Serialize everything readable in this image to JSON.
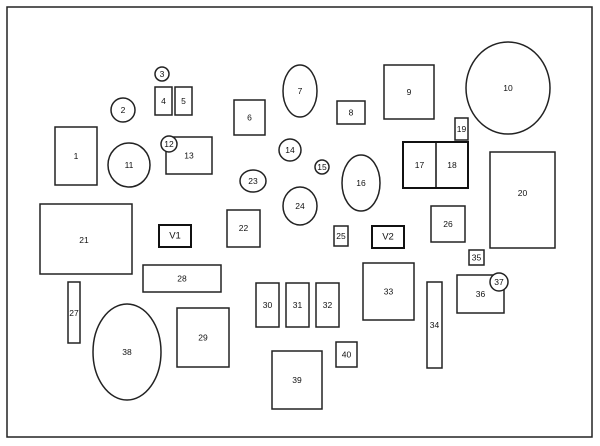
{
  "labels": {
    "b1": "1",
    "c2": "2",
    "c3": "3",
    "b4": "4",
    "b5": "5",
    "b6": "6",
    "c7": "7",
    "b8": "8",
    "b9": "9",
    "c10": "10",
    "c11": "11",
    "c12": "12",
    "b13": "13",
    "c14": "14",
    "c15": "15",
    "c16": "16",
    "b17": "17",
    "b18": "18",
    "b19": "19",
    "b20": "20",
    "b21": "21",
    "b22": "22",
    "c23": "23",
    "c24": "24",
    "b25": "25",
    "b26": "26",
    "b27": "27",
    "b28": "28",
    "b29": "29",
    "b30": "30",
    "b31": "31",
    "b32": "32",
    "b33": "33",
    "b34": "34",
    "b35": "35",
    "b36": "36",
    "c37": "37",
    "c38": "38",
    "b39": "39",
    "b40": "40",
    "v1": "V1",
    "v2": "V2"
  }
}
